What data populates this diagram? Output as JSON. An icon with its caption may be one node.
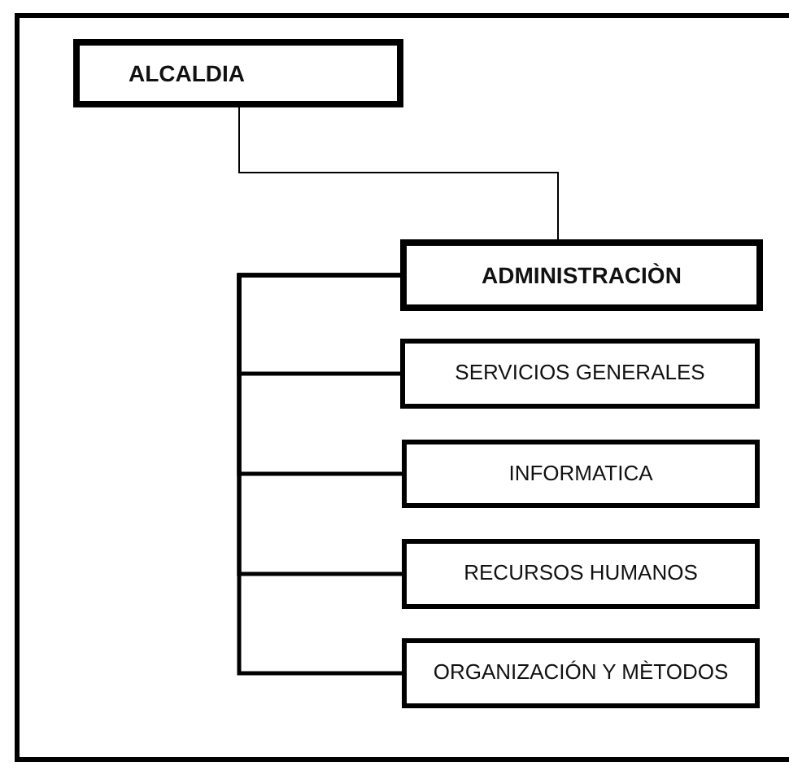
{
  "diagram": {
    "nodes": [
      {
        "text": [
          "ALCALDIA"
        ]
      },
      {
        "text": [
          "ADMINISTRACIÒN"
        ]
      },
      {
        "text": [
          "SERVICIOS GENERALES"
        ]
      },
      {
        "text": [
          "INFORMATICA"
        ]
      },
      {
        "text": [
          "RECURSOS HUMANOS"
        ]
      },
      {
        "text": [
          "ORGANIZACIÓN Y MÈTODOS"
        ]
      }
    ],
    "edges": [
      {
        "from": 0,
        "to": 1,
        "arrow": "none"
      },
      {
        "from": 1,
        "to": 2,
        "arrow": "none"
      },
      {
        "from": 1,
        "to": 3,
        "arrow": "none"
      },
      {
        "from": 1,
        "to": 4,
        "arrow": "none"
      },
      {
        "from": 1,
        "to": 5,
        "arrow": "none"
      }
    ]
  }
}
